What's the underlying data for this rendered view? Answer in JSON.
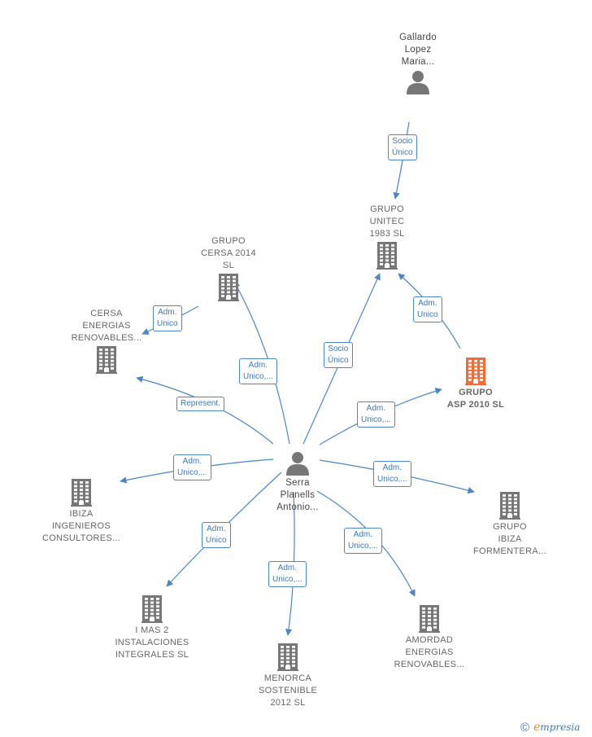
{
  "nodes": {
    "gallardo": {
      "label": "Gallardo\nLopez\nMaria...",
      "kind": "person"
    },
    "unitec": {
      "label": "GRUPO\nUNITEC\n1983  SL",
      "kind": "company"
    },
    "cersa2014": {
      "label": "GRUPO\nCERSA 2014\nSL",
      "kind": "company"
    },
    "cersaEnerg": {
      "label": "CERSA\nENERGIAS\nRENOVABLES...",
      "kind": "company"
    },
    "asp2010": {
      "label": "GRUPO\nASP 2010  SL",
      "kind": "focus-company"
    },
    "serra": {
      "label": "Serra\nPlanells\nAntonio...",
      "kind": "person"
    },
    "ibizaIng": {
      "label": "IBIZA\nINGENIEROS\nCONSULTORES...",
      "kind": "company"
    },
    "ibizaForm": {
      "label": "GRUPO\nIBIZA\nFORMENTERA...",
      "kind": "company"
    },
    "imas2": {
      "label": "I MAS 2\nINSTALACIONES\nINTEGRALES SL",
      "kind": "company"
    },
    "menorca": {
      "label": "MENORCA\nSOSTENIBLE\n2012  SL",
      "kind": "company"
    },
    "amordad": {
      "label": "AMORDAD\nENERGIAS\nRENOVABLES...",
      "kind": "company"
    }
  },
  "edges": [
    {
      "from": "gallardo",
      "to": "unitec",
      "label": "Socio\nÚnico"
    },
    {
      "from": "asp2010",
      "to": "unitec",
      "label": "Adm.\nUnico"
    },
    {
      "from": "serra",
      "to": "unitec",
      "label": "Socio\nÚnico"
    },
    {
      "from": "serra",
      "to": "asp2010",
      "label": "Adm.\nUnico,..."
    },
    {
      "from": "serra",
      "to": "cersa2014",
      "label": "Adm.\nUnico,..."
    },
    {
      "from": "cersa2014",
      "to": "cersaEnerg",
      "label": "Adm.\nUnico"
    },
    {
      "from": "serra",
      "to": "cersaEnerg",
      "label": "Represent."
    },
    {
      "from": "serra",
      "to": "ibizaIng",
      "label": "Adm.\nUnico,..."
    },
    {
      "from": "serra",
      "to": "ibizaForm",
      "label": "Adm.\nUnico,..."
    },
    {
      "from": "serra",
      "to": "imas2",
      "label": "Adm.\nUnico"
    },
    {
      "from": "serra",
      "to": "menorca",
      "label": "Adm.\nUnico,..."
    },
    {
      "from": "serra",
      "to": "amordad",
      "label": "Adm.\nUnico,..."
    }
  ],
  "footer": {
    "copyright": "©",
    "brand_initial": "e",
    "brand_rest": "mpresia"
  },
  "colors": {
    "edge": "#4a86c8",
    "icon": "#777777",
    "focus": "#f26c3a",
    "person": "#777777"
  }
}
